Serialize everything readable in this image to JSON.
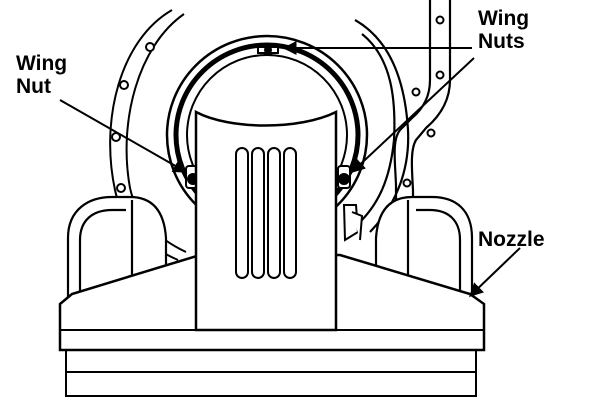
{
  "labels": {
    "wing_nut_left": [
      "Wing",
      "Nut"
    ],
    "wing_nuts_right": [
      "Wing",
      "Nuts"
    ],
    "nozzle": "Nozzle"
  },
  "colors": {
    "line": "#000000",
    "background": "#ffffff"
  }
}
